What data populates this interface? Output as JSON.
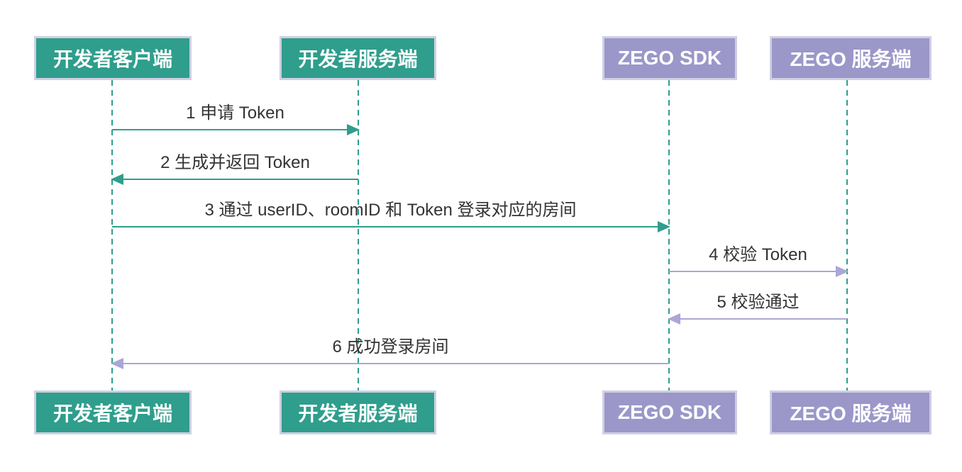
{
  "diagram": {
    "type": "sequence-diagram",
    "actors": [
      {
        "id": "dev-client",
        "label": "开发者客户端",
        "color": "#2F9E8C"
      },
      {
        "id": "dev-server",
        "label": "开发者服务端",
        "color": "#2F9E8C"
      },
      {
        "id": "zego-sdk",
        "label": "ZEGO SDK",
        "color": "#9B97C9"
      },
      {
        "id": "zego-server",
        "label": "ZEGO 服务端",
        "color": "#9B97C9"
      }
    ],
    "messages": [
      {
        "seq": 1,
        "label": "1 申请 Token",
        "from": "dev-client",
        "to": "dev-server",
        "direction": "right",
        "color": "#2F9E8C"
      },
      {
        "seq": 2,
        "label": "2 生成并返回 Token",
        "from": "dev-server",
        "to": "dev-client",
        "direction": "left",
        "color": "#2F9E8C"
      },
      {
        "seq": 3,
        "label": "3 通过 userID、roomID 和 Token 登录对应的房间",
        "from": "dev-client",
        "to": "zego-sdk",
        "direction": "right",
        "color": "#2F9E8C"
      },
      {
        "seq": 4,
        "label": "4 校验 Token",
        "from": "zego-sdk",
        "to": "zego-server",
        "direction": "right",
        "color": "#ABA6D5"
      },
      {
        "seq": 5,
        "label": "5 校验通过",
        "from": "zego-server",
        "to": "zego-sdk",
        "direction": "left",
        "color": "#ABA6D5"
      },
      {
        "seq": 6,
        "label": "6 成功登录房间",
        "from": "zego-sdk",
        "to": "dev-client",
        "direction": "left",
        "color": "#ABA6D5"
      }
    ],
    "colors": {
      "actor_green_fill": "#2F9E8C",
      "actor_purple_fill": "#9B97C9",
      "actor_border": "#CFCFE2",
      "actor_text": "#FFFFFF",
      "lifeline": "#2F9E8C",
      "arrow_green": "#2F9E8C",
      "arrow_purple": "#ABA6D5",
      "message_text": "#333333",
      "background": "#FFFFFF"
    }
  }
}
